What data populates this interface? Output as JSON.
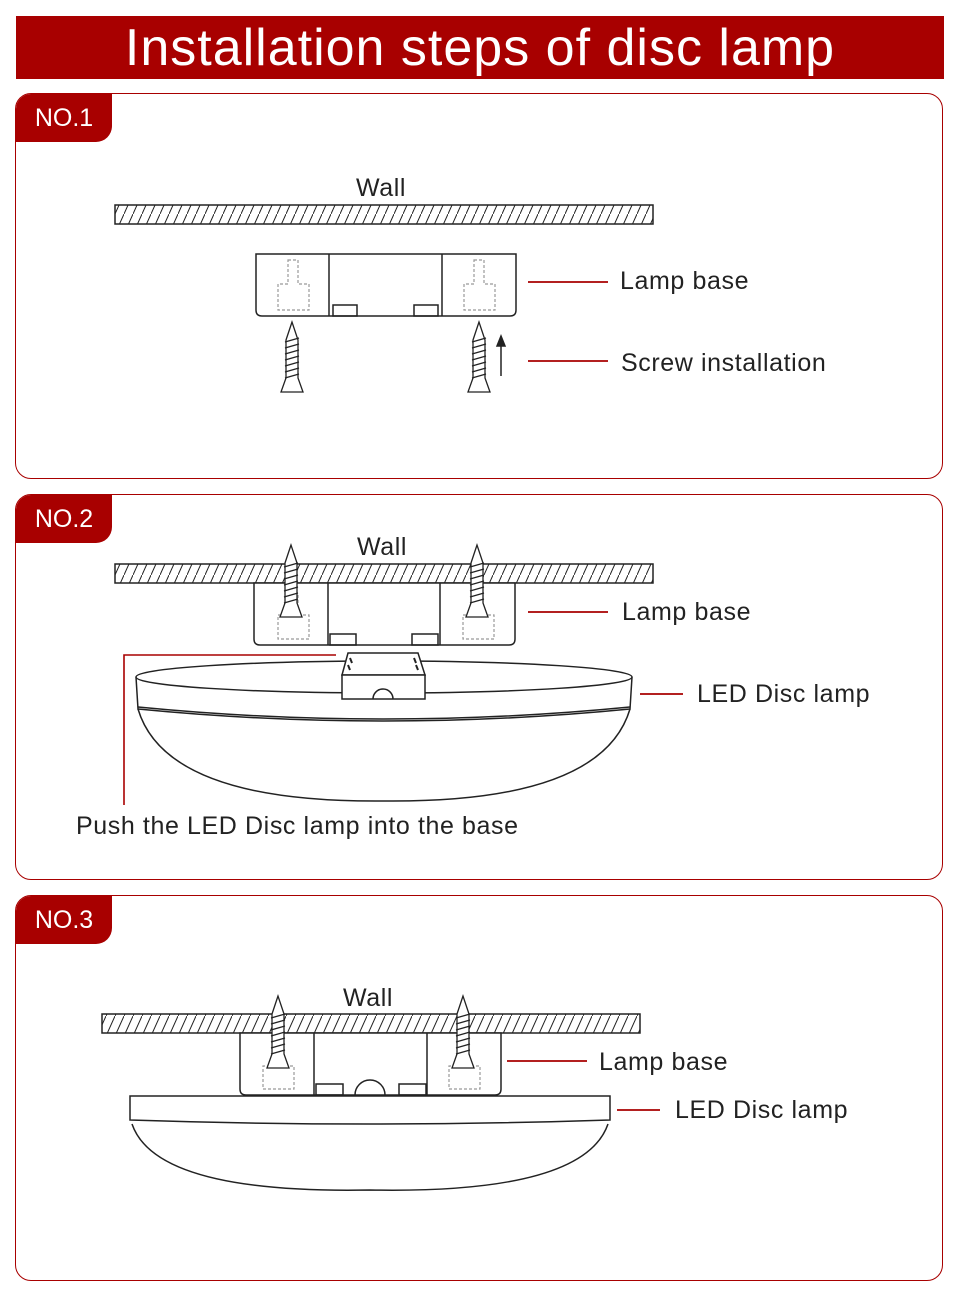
{
  "title": "Installation steps of disc lamp",
  "colors": {
    "accent": "#a80000",
    "line": "#222222",
    "dashed": "#999999"
  },
  "steps": [
    {
      "label": "NO.1",
      "wall": "Wall",
      "lamp_base": "Lamp base",
      "screw": "Screw installation"
    },
    {
      "label": "NO.2",
      "wall": "Wall",
      "lamp_base": "Lamp base",
      "disc_lamp": "LED Disc lamp",
      "instruction": "Push the LED Disc lamp into the base"
    },
    {
      "label": "NO.3",
      "wall": "Wall",
      "lamp_base": "Lamp base",
      "disc_lamp": "LED Disc lamp"
    }
  ]
}
